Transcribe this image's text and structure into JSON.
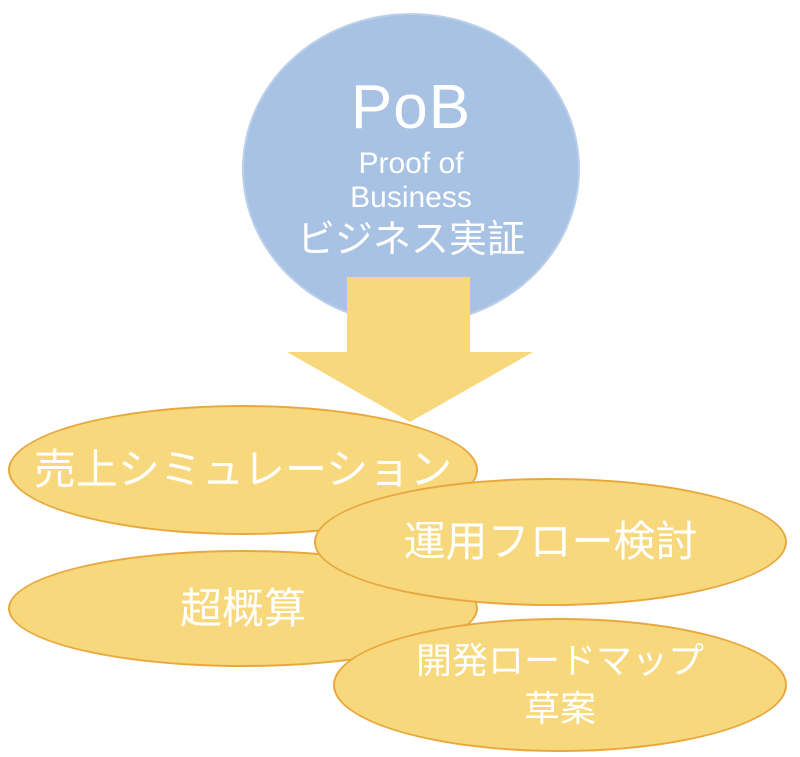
{
  "title_bubble": {
    "acronym": "PoB",
    "subtitle_lines": [
      "Proof of",
      "Business"
    ],
    "subtitle_ja": "ビジネス実証"
  },
  "deliverables": [
    {
      "name": "sales-simulation",
      "lines": [
        "売上シミュレーション"
      ]
    },
    {
      "name": "operation-flow-review",
      "lines": [
        "運用フロー検討"
      ]
    },
    {
      "name": "rough-estimate",
      "lines": [
        "超概算"
      ]
    },
    {
      "name": "dev-roadmap-draft",
      "lines": [
        "開発ロードマップ",
        "草案"
      ]
    }
  ],
  "colors": {
    "bubble_fill": "#A8C2E4",
    "bubble_border": "#BCCFEA",
    "ellipse_fill": "#F8D87C",
    "ellipse_border": "#E8A83E",
    "arrow_fill": "#F8D87C",
    "text": "#FFFFFF",
    "background": "#FFFFFF"
  }
}
